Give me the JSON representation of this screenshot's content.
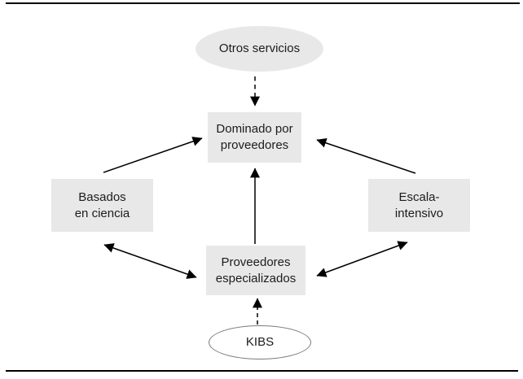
{
  "figure": {
    "type": "flow-diagram",
    "nodes": {
      "otros_servicios": {
        "label": "Otros servicios",
        "shape": "ellipse",
        "fill": "#e8e8e8"
      },
      "dominado": {
        "label": "Dominado por\nproveedores",
        "shape": "rect",
        "fill": "#e8e8e8"
      },
      "basados": {
        "label": "Basados\nen ciencia",
        "shape": "rect",
        "fill": "#e8e8e8"
      },
      "escala": {
        "label": "Escala-\nintensivo",
        "shape": "rect",
        "fill": "#e8e8e8"
      },
      "proveedores": {
        "label": "Proveedores\nespecializados",
        "shape": "rect",
        "fill": "#e8e8e8"
      },
      "kibs": {
        "label": "KIBS",
        "shape": "ellipse",
        "fill": "#ffffff",
        "border": "#7a7a7a"
      }
    },
    "edges": [
      {
        "from": "otros_servicios",
        "to": "dominado",
        "style": "dashed",
        "direction": "one-way"
      },
      {
        "from": "basados",
        "to": "dominado",
        "style": "solid",
        "direction": "one-way"
      },
      {
        "from": "escala",
        "to": "dominado",
        "style": "solid",
        "direction": "one-way"
      },
      {
        "from": "proveedores",
        "to": "dominado",
        "style": "solid",
        "direction": "one-way"
      },
      {
        "from": "basados",
        "to": "proveedores",
        "style": "solid",
        "direction": "two-way"
      },
      {
        "from": "proveedores",
        "to": "escala",
        "style": "solid",
        "direction": "two-way"
      },
      {
        "from": "kibs",
        "to": "proveedores",
        "style": "dashed",
        "direction": "one-way"
      }
    ],
    "colors": {
      "node_fill": "#e8e8e8",
      "arrow": "#000000",
      "rule": "#000000",
      "kibs_border": "#7a7a7a",
      "text": "#1c1c1c"
    }
  }
}
